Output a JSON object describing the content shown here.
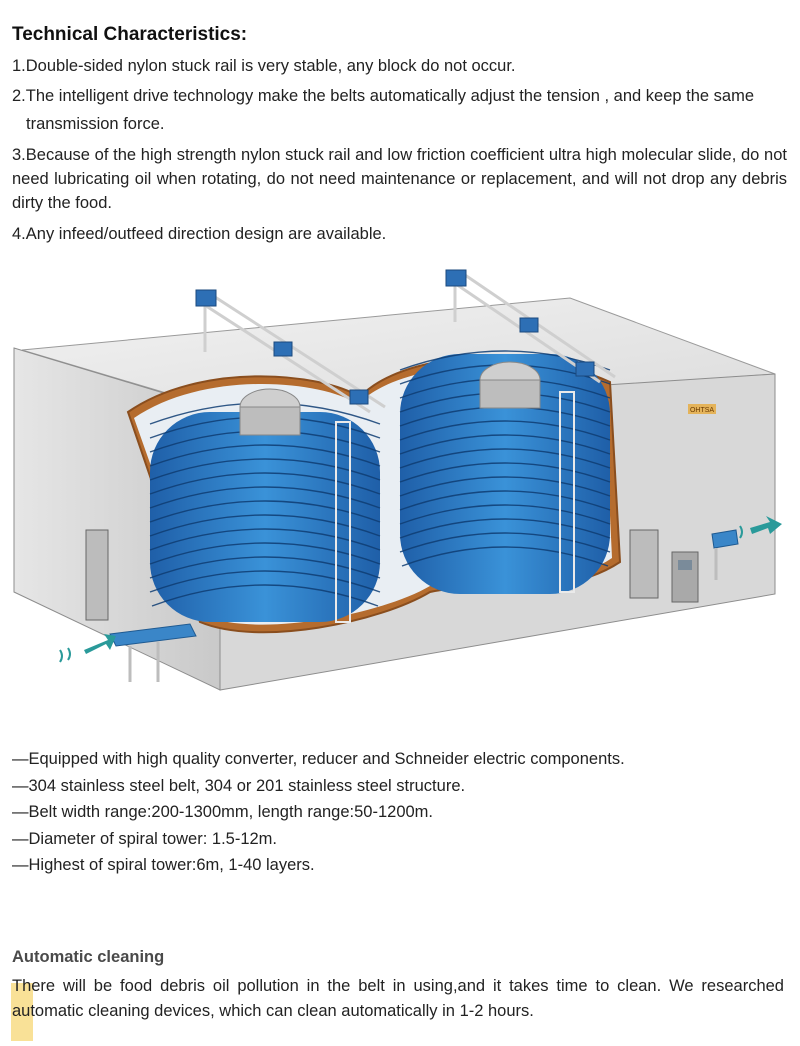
{
  "heading": "Technical Characteristics:",
  "characteristics": [
    "1.Double-sided nylon stuck rail is very stable, any block do not occur.",
    "2.The intelligent drive technology make the belts automatically adjust the tension , and keep the same",
    "transmission force.",
    "3.Because of the high strength nylon stuck rail and low friction coefficient ultra high molecular slide, do not  need lubricating oil when rotating, do not need maintenance or replacement, and will not drop any debris dirty the food.",
    "4.Any infeed/outfeed direction design are available."
  ],
  "illustration": {
    "brand_label": "OHTSA"
  },
  "specs": [
    "—Equipped with high quality converter, reducer and Schneider electric components.",
    "—304 stainless steel belt, 304 or 201 stainless steel structure.",
    "—Belt width range:200-1300mm, length range:50-1200m.",
    "—Diameter of spiral tower: 1.5-12m.",
    "—Highest of spiral tower:6m, 1-40 layers."
  ],
  "cleaning": {
    "heading": "Automatic cleaning",
    "text": "There will be food debris oil pollution in the belt in using,and it takes time to clean. We researched automatic cleaning devices, which can clean automatically in 1-2 hours."
  },
  "colors": {
    "belt_blue": "#2f7fc8",
    "arrow_teal": "#2a9a9a",
    "highlight": "#f7d774"
  }
}
